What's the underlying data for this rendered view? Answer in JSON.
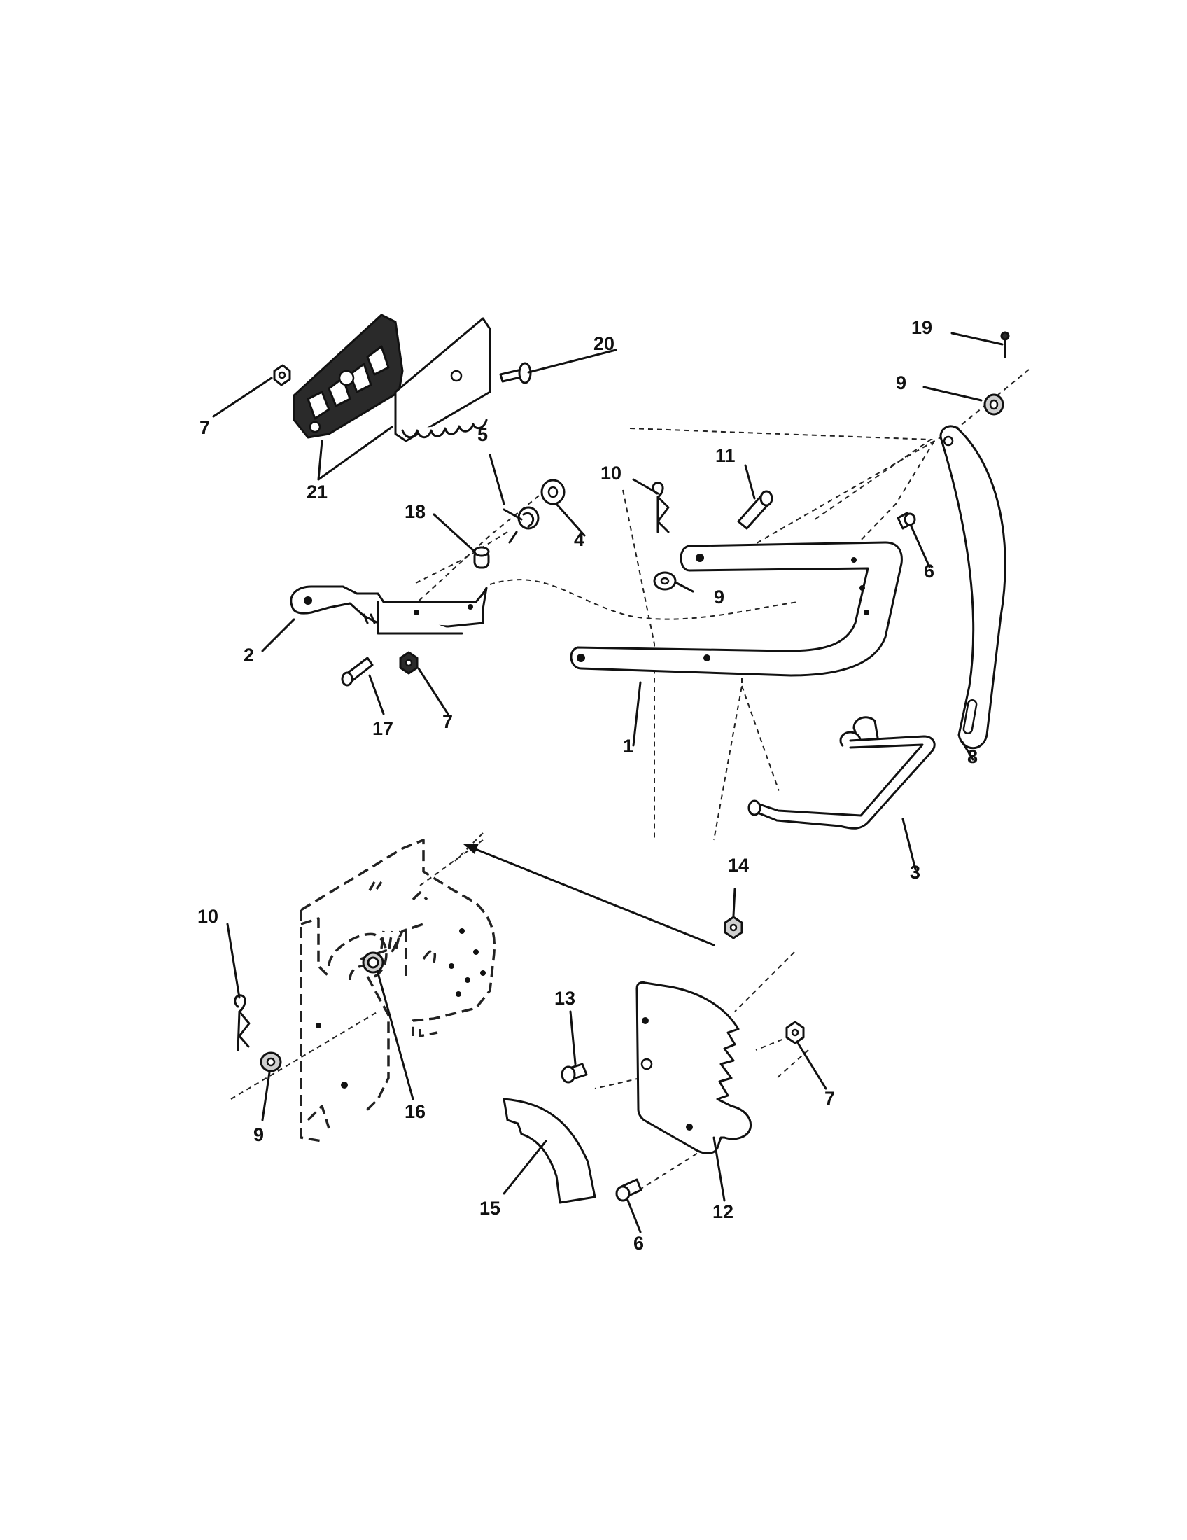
{
  "callouts": {
    "c1": "1",
    "c2": "2",
    "c3": "3",
    "c4": "4",
    "c5": "5",
    "c6a": "6",
    "c6b": "6",
    "c7a": "7",
    "c7b": "7",
    "c7c": "7",
    "c8": "8",
    "c9a": "9",
    "c9b": "9",
    "c9c": "9",
    "c10a": "10",
    "c10b": "10",
    "c11": "11",
    "c12": "12",
    "c13": "13",
    "c14": "14",
    "c15": "15",
    "c16": "16",
    "c17": "17",
    "c18": "18",
    "c19": "19",
    "c20": "20",
    "c21": "21"
  }
}
